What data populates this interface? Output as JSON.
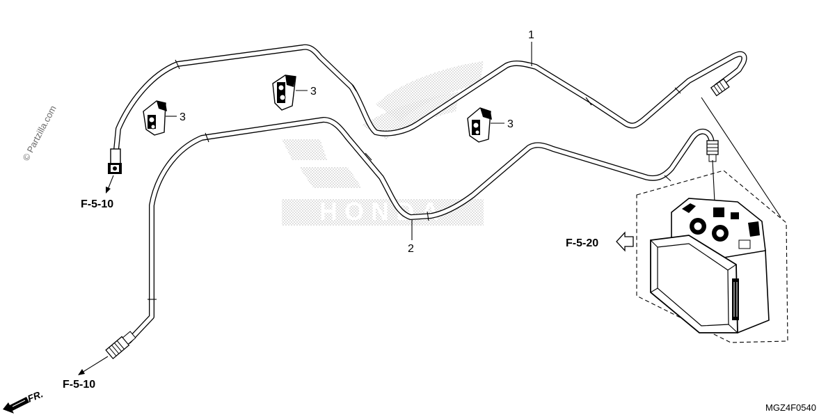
{
  "watermark": "© Partzilla.com",
  "callouts": {
    "pipe_1": "1",
    "pipe_2": "2",
    "clamp_a": "3",
    "clamp_b": "3",
    "clamp_c": "3"
  },
  "references": {
    "upper_left": "F-5-10",
    "lower_left": "F-5-10",
    "modulator": "F-5-20"
  },
  "direction_label": "FR.",
  "diagram_code": "MGZ4F0540",
  "background_logo": "HONDA"
}
